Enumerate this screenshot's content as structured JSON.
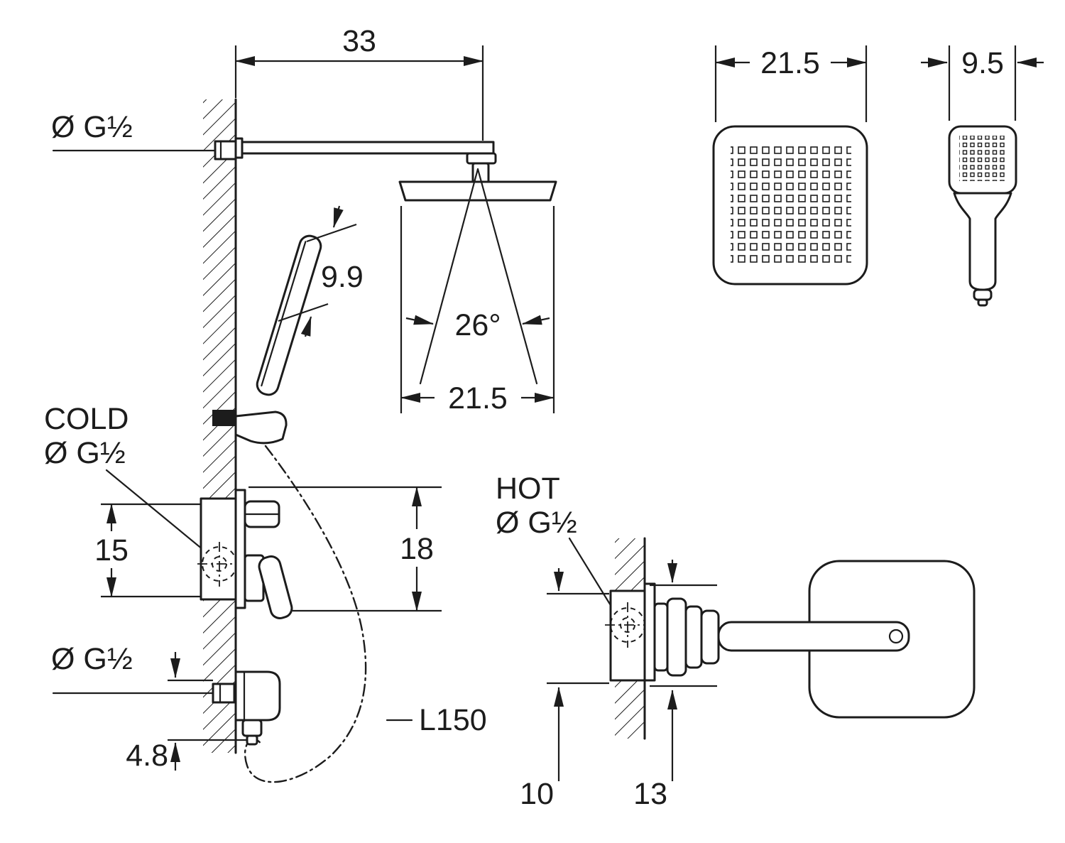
{
  "drawing": {
    "ports": {
      "top_left": "Ø G½",
      "cold_label": "COLD",
      "cold_port": "Ø G½",
      "bottom_left": "Ø G½",
      "hot_label": "HOT",
      "hot_port": "Ø G½"
    },
    "hose_length_label": "L150",
    "dims": {
      "arm_offset": "33",
      "head_width_front": "21.5",
      "hand_shower_width_front": "9.5",
      "hand_head_length": "9.9",
      "spray_angle": "26°",
      "head_width_side": "21.5",
      "valve_height_left": "15",
      "valve_height_right": "18",
      "outlet_drop": "4.8",
      "depth_min": "10",
      "depth_max": "13"
    }
  }
}
